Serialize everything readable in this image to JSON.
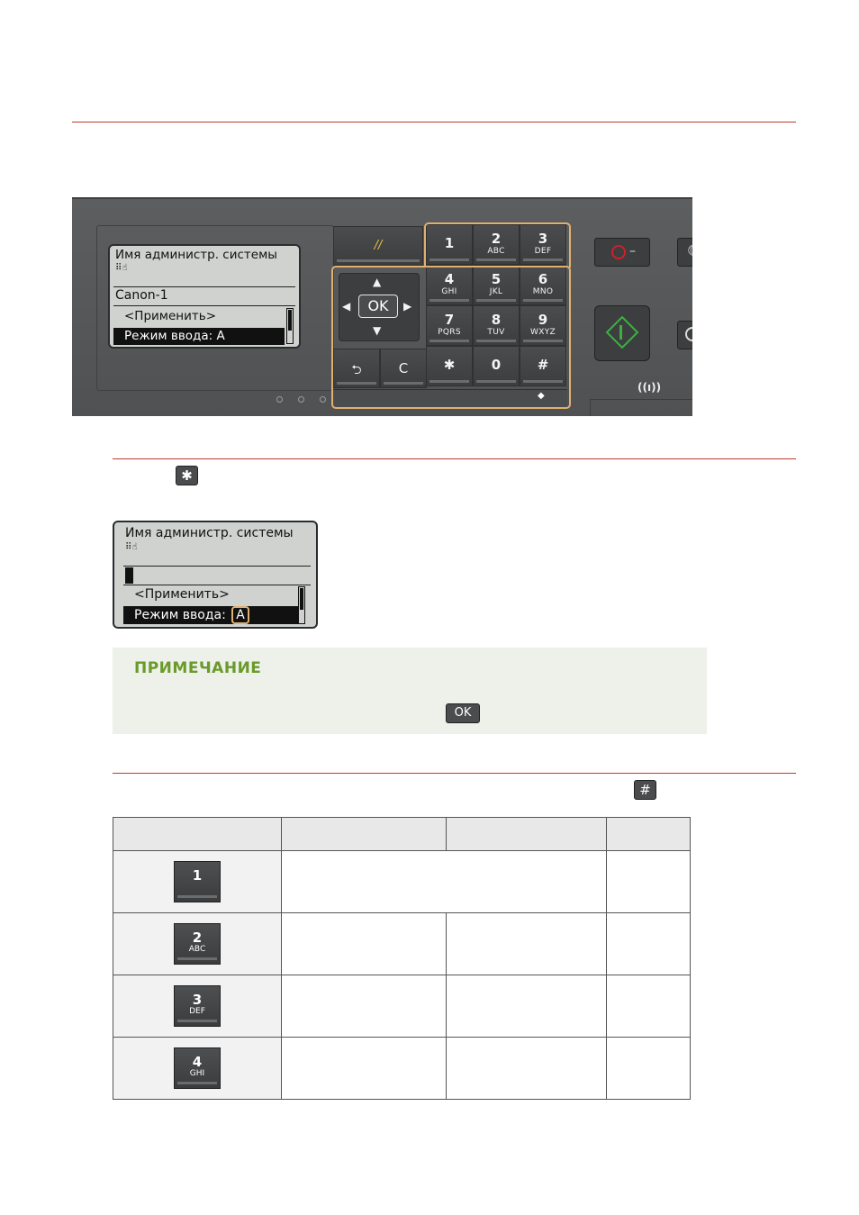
{
  "panel": {
    "lcd": {
      "title": "Имя администр. системы",
      "input": "Canon-1",
      "apply": "<Применить>",
      "mode": "Режим ввода: A"
    },
    "keypad": [
      {
        "n": "1",
        "l": ""
      },
      {
        "n": "2",
        "l": "ABC"
      },
      {
        "n": "3",
        "l": "DEF"
      },
      {
        "n": "4",
        "l": "GHI"
      },
      {
        "n": "5",
        "l": "JKL"
      },
      {
        "n": "6",
        "l": "MNO"
      },
      {
        "n": "7",
        "l": "PQRS"
      },
      {
        "n": "8",
        "l": "TUV"
      },
      {
        "n": "9",
        "l": "WXYZ"
      },
      {
        "n": "✱",
        "l": ""
      },
      {
        "n": "0",
        "l": ""
      },
      {
        "n": "#",
        "l": ""
      }
    ],
    "ok_label": "OK",
    "clear_label": "C",
    "back_label": "⮌",
    "reset_label": "//",
    "diamond": "◆",
    "wifi_label": "((ı))"
  },
  "step2": {
    "star_key": "✱",
    "lcd": {
      "title": "Имя администр. системы",
      "apply": "<Применить>",
      "mode_label": "Режим ввода:",
      "mode_value": "A"
    }
  },
  "note": {
    "title": "ПРИМЕЧАНИЕ",
    "ok_key": "OK"
  },
  "step3": {
    "hash_key": "#"
  },
  "table": {
    "rows": [
      {
        "n": "1",
        "l": ""
      },
      {
        "n": "2",
        "l": "ABC"
      },
      {
        "n": "3",
        "l": "DEF"
      },
      {
        "n": "4",
        "l": "GHI"
      }
    ]
  },
  "colors": {
    "rule": "#c0392b",
    "highlight": "#e0b070",
    "note_title": "#6a9a2a",
    "start_green": "#3cb043",
    "stop_red": "#d0202a"
  }
}
